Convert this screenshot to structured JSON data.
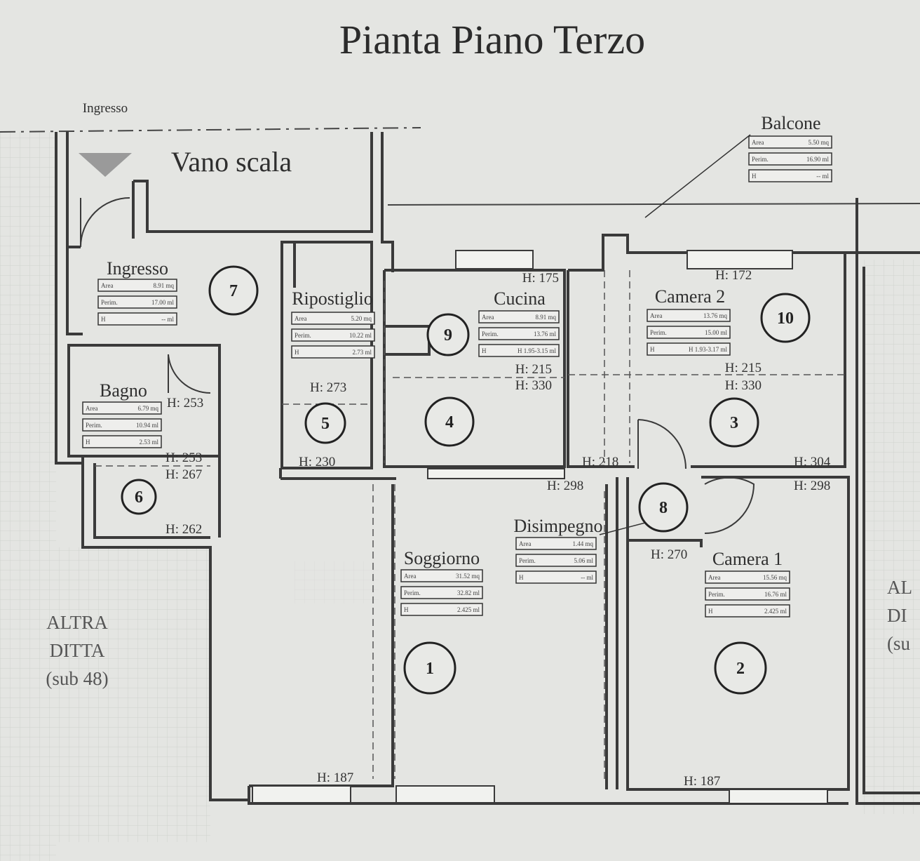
{
  "title": "Pianta Piano Terzo",
  "labels": {
    "ingresso_top": "Ingresso",
    "vano_scala": "Vano scala",
    "altra_ditta_left": [
      "ALTRA",
      "DITTA",
      "(sub 48)"
    ],
    "altra_ditta_right": [
      "AL",
      "DI",
      "(su"
    ]
  },
  "rooms": [
    {
      "number": "1",
      "name": "Soggiorno",
      "area": "31.52 mq",
      "perim": "32.82 ml",
      "h": "2.425 ml"
    },
    {
      "number": "2",
      "name": "Camera 1",
      "area": "15.56 mq",
      "perim": "16.76 ml",
      "h": "2.425 ml"
    },
    {
      "number": "3"
    },
    {
      "number": "4"
    },
    {
      "number": "5"
    },
    {
      "number": "6",
      "name": "Bagno",
      "area": "6.79 mq",
      "perim": "10.94 ml",
      "h": "2.53 ml"
    },
    {
      "number": "7",
      "name": "Ingresso",
      "area": "8.91 mq",
      "perim": "17.00 ml",
      "h": "-- ml"
    },
    {
      "number": "8",
      "name": "Disimpegno",
      "area": "1.44 mq",
      "perim": "5.06 ml",
      "h": "-- ml"
    },
    {
      "number": "9",
      "name": "Cucina",
      "area": "8.91 mq",
      "perim": "13.76 ml",
      "h": "H 1.95-3.15 ml"
    },
    {
      "number": "10",
      "name": "Camera 2",
      "area": "13.76 mq",
      "perim": "15.00 ml",
      "h": "H 1.93-3.17 ml"
    },
    {
      "name": "Ripostiglio",
      "area": "5.20 mq",
      "perim": "10.22 ml",
      "h": "2.73 ml"
    },
    {
      "name": "Balcone",
      "area": "5.50 mq",
      "perim": "16.90 ml",
      "h": "-- ml"
    }
  ],
  "box_keys": {
    "area": "Area",
    "perim": "Perim.",
    "h": "H"
  },
  "heights": [
    "H: 175",
    "H: 172",
    "H: 215",
    "H: 330",
    "H: 215",
    "H: 330",
    "H: 273",
    "H: 230",
    "H: 253",
    "H: 253",
    "H: 267",
    "H: 262",
    "H: 218",
    "H: 298",
    "H: 304",
    "H: 298",
    "H: 270",
    "H: 187",
    "H: 187"
  ],
  "colors": {
    "wall": "#3a3a3a",
    "background": "#e4e5e2",
    "grid": "#cfd2cf"
  }
}
